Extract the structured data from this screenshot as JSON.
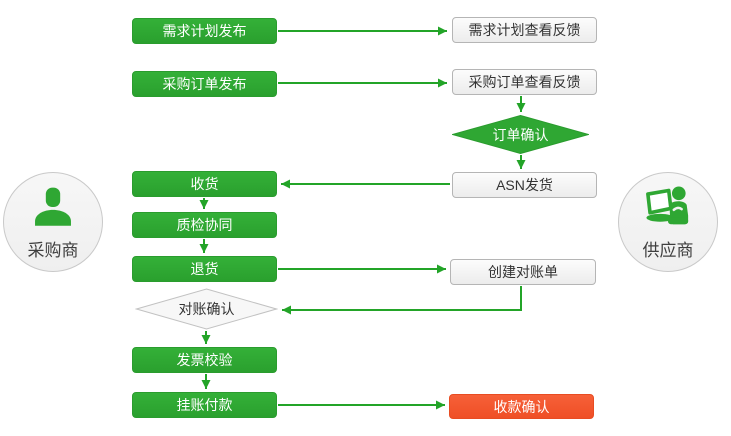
{
  "diagram": {
    "title": "procurement-collaboration-flow",
    "colors": {
      "process_green": "#2fa733",
      "arrow_green": "#23a428",
      "confirm_red": "#f4572d",
      "neutral_box_bg": "#f2f2f2",
      "neutral_box_border": "#b5b5b5",
      "text_dark": "#333333",
      "text_white": "#ffffff",
      "circle_bg": "#f4f4f4",
      "circle_border": "#c9c9c9"
    },
    "actors": {
      "buyer": {
        "label": "采购商",
        "icon": "person-icon"
      },
      "supplier": {
        "label": "供应商",
        "icon": "person-laptop-icon"
      }
    },
    "buyer_steps": {
      "demand_plan_publish": "需求计划发布",
      "purchase_order_publish": "采购订单发布",
      "receive_goods": "收货",
      "quality_inspection": "质检协同",
      "return_goods": "退货",
      "reconciliation_confirm": "对账确认",
      "invoice_verification": "发票校验",
      "payment_on_account": "挂账付款"
    },
    "supplier_steps": {
      "demand_plan_feedback": "需求计划查看反馈",
      "purchase_order_feedback": "采购订单查看反馈",
      "order_confirm": "订单确认",
      "asn_shipment": "ASN发货",
      "create_statement": "创建对账单",
      "payment_received": "收款确认"
    }
  }
}
